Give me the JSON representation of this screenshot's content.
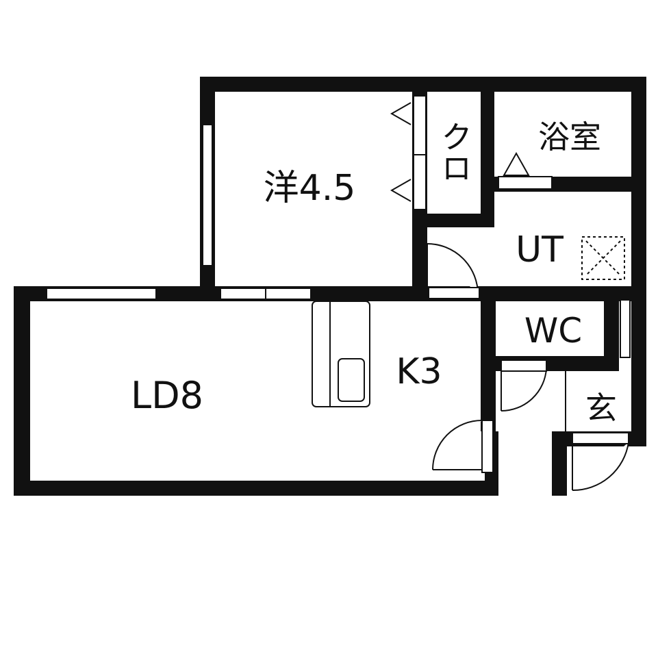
{
  "colors": {
    "wall": "#111111",
    "background": "#ffffff",
    "line": "#111111"
  },
  "rooms": {
    "western": {
      "label": "洋4.5"
    },
    "closet": {
      "label": "クロ"
    },
    "bath": {
      "label": "浴室"
    },
    "utility": {
      "label": "UT"
    },
    "toilet": {
      "label": "WC"
    },
    "living_dining": {
      "label": "LD8"
    },
    "kitchen": {
      "label": "K3"
    },
    "entrance": {
      "label": "玄"
    }
  }
}
